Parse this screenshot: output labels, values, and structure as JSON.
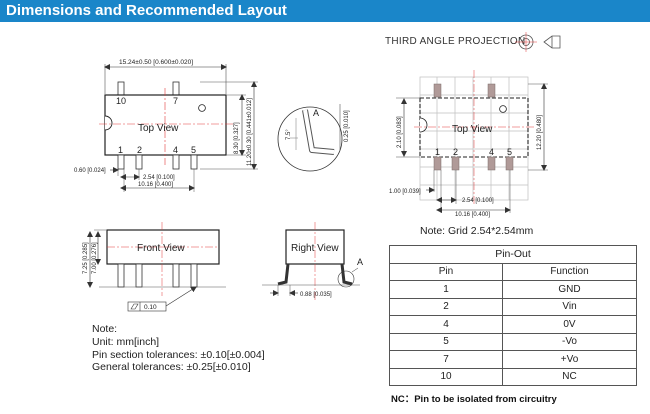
{
  "header": {
    "title": "Dimensions and Recommended Layout"
  },
  "projection": {
    "label": "THIRD ANGLE PROJECTION"
  },
  "top_view": {
    "title": "Top View",
    "pin_labels": [
      "10",
      "7",
      "1",
      "2",
      "4",
      "5"
    ],
    "dim_width": "15.24±0.50 [0.600±0.020]",
    "dim_body_height": "8.30 [0.327]",
    "dim_lead_height": "11.20±0.30 [0.441±0.012]",
    "dim_pitch": "2.54 [0.100]",
    "dim_span": "10.16 [0.400]",
    "dim_pin_width": "0.60 [0.024]"
  },
  "detail_a": {
    "label": "A",
    "angle": "7.5°",
    "dim_thickness": "0.25 [0.010]"
  },
  "front_view": {
    "title": "Front View",
    "dim_height": "7.25 [0.285]",
    "dim_body": "7.00 [0.276]",
    "flatness": "0.10"
  },
  "right_view": {
    "title": "Right View",
    "label": "A",
    "dim_lead": "0.88 [0.035]"
  },
  "layout": {
    "title": "Top View",
    "pin_labels": [
      "1",
      "2",
      "4",
      "5"
    ],
    "dim_height": "12.20 [0.480]",
    "dim_row": "2.10 [0.083]",
    "dim_pad": "1.00 [0.039]",
    "dim_pitch": "2.54 [0.100]",
    "dim_span": "10.16 [0.400]"
  },
  "grid_note": "Note: Grid 2.54*2.54mm",
  "pinout": {
    "title": "Pin-Out",
    "headers": [
      "Pin",
      "Function"
    ],
    "rows": [
      {
        "pin": "1",
        "function": "GND"
      },
      {
        "pin": "2",
        "function": "Vin"
      },
      {
        "pin": "4",
        "function": "0V"
      },
      {
        "pin": "5",
        "function": "-Vo"
      },
      {
        "pin": "7",
        "function": "+Vo"
      },
      {
        "pin": "10",
        "function": "NC"
      }
    ]
  },
  "nc_note": "NC：Pin to be isolated from circuitry",
  "notes": {
    "title": "Note:",
    "lines": [
      "Unit: mm[inch]",
      "Pin section tolerances: ±0.10[±0.004]",
      "General tolerances: ±0.25[±0.010]"
    ]
  },
  "colors": {
    "header": "#1a86c9",
    "pad": "#b09a98",
    "centerline": "#e33b3b"
  }
}
